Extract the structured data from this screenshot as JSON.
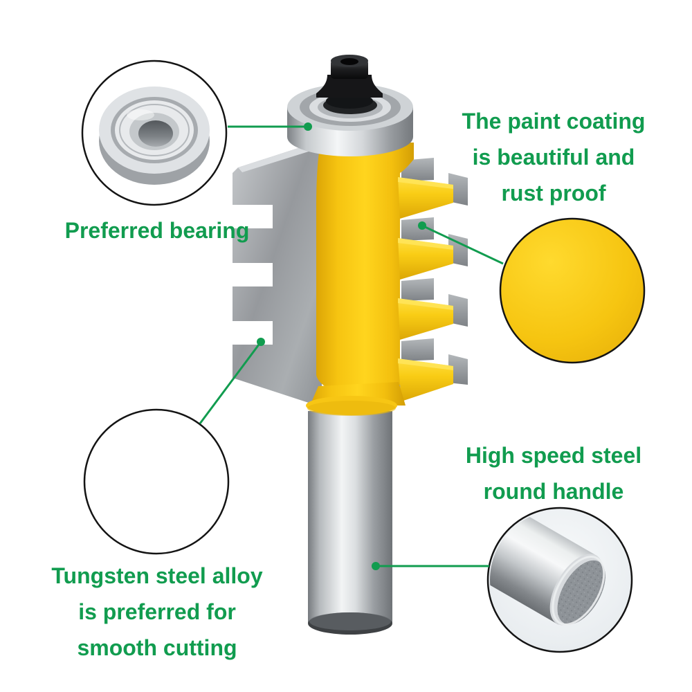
{
  "figure": {
    "background": "#ffffff",
    "accent_green": "#119c4f",
    "bit_yellow": "#f7c713",
    "steel_gray": "#9a9ea2",
    "carbide_outline_red": "#ee6258",
    "nut_black": "#141416"
  },
  "annotations": {
    "bearing": {
      "line1": "Preferred bearing"
    },
    "paint": {
      "line1": "The paint coating",
      "line2": "is beautiful and",
      "line3": "rust proof"
    },
    "handle": {
      "line1": "High speed steel",
      "line2": "round handle"
    },
    "tungsten": {
      "line1": "Tungsten steel alloy",
      "line2": "is preferred for",
      "line3": "smooth cutting"
    }
  }
}
